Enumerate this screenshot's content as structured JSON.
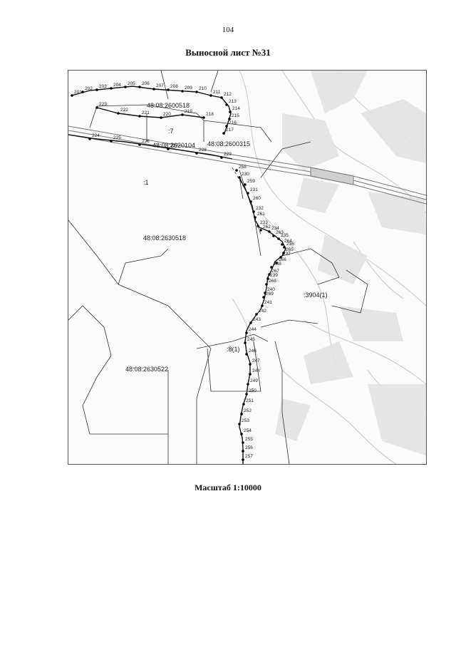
{
  "page_number": "104",
  "title": "Выносной лист №31",
  "scale": "Масштаб 1:10000",
  "map": {
    "parcel_labels": [
      "48:08:2600518",
      "48:08:2600315",
      "48:08:2620104",
      "48:08:2630518",
      "48:08:2630522",
      ":7",
      ":1",
      ":3904(1)",
      ":8(1)"
    ],
    "route_points": [
      "201",
      "202",
      "203",
      "204",
      "205",
      "206",
      "207",
      "208",
      "209",
      "210",
      "211",
      "212",
      "213",
      "214",
      "215",
      "216",
      "217",
      "218",
      "219",
      "220",
      "221",
      "222",
      "223",
      "224",
      "225",
      "226",
      "227",
      "228",
      "229",
      "230",
      "231",
      "232",
      "233",
      "234",
      "235",
      "236",
      "237",
      "238",
      "239",
      "240",
      "241",
      "242",
      "243",
      "244",
      "245",
      "246",
      "247",
      "248",
      "249",
      "250",
      "251",
      "252",
      "253",
      "254",
      "255",
      "256",
      "257",
      "258",
      "259",
      "260",
      "261",
      "262",
      "263",
      "264",
      "265",
      "266",
      "267",
      "268",
      "269"
    ]
  }
}
